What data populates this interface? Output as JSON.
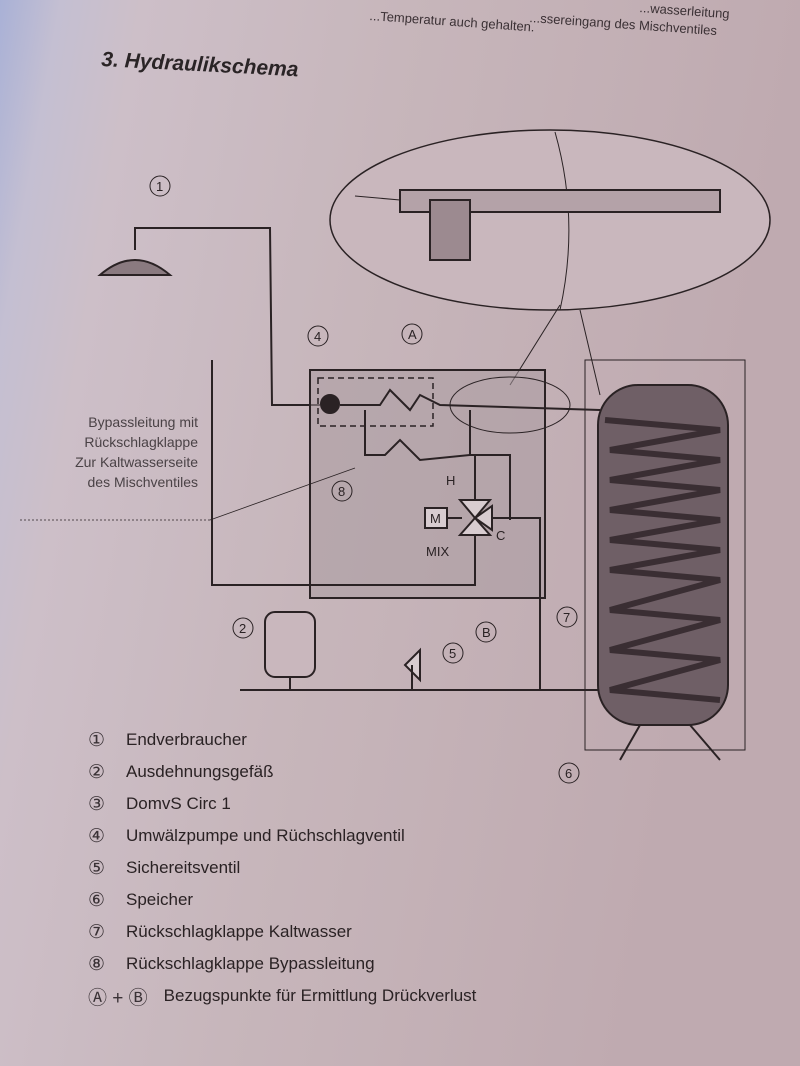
{
  "top_text": {
    "line1": "...wasserleitung",
    "line2": "...ssereingang des Mischventiles",
    "line3": "...Temperatur auch gehalten."
  },
  "title": "3. Hydraulikschema",
  "bypass_note": [
    "Bypassleitung mit",
    "Rückschlagklappe",
    "Zur Kaltwasserseite",
    "des Mischventiles"
  ],
  "diagram_labels": {
    "n1": "1",
    "n2": "2",
    "n4": "4",
    "n5": "5",
    "n6": "6",
    "n7": "7",
    "n8": "8",
    "a": "A",
    "b": "B",
    "h": "H",
    "c": "C",
    "mix": "MIX",
    "m": "M"
  },
  "legend": [
    {
      "num": "①",
      "text": "Endverbraucher"
    },
    {
      "num": "②",
      "text": "Ausdehnungsgefäß"
    },
    {
      "num": "③",
      "text": "DomvS Circ 1"
    },
    {
      "num": "④",
      "text": "Umwälzpumpe und Rüchschlagventil"
    },
    {
      "num": "⑤",
      "text": "Sichereitsventil"
    },
    {
      "num": "⑥",
      "text": "Speicher"
    },
    {
      "num": "⑦",
      "text": "Rückschlagklappe Kaltwasser"
    },
    {
      "num": "⑧",
      "text": "Rückschlagklappe Bypassleitung"
    },
    {
      "num": "Ⓐ + Ⓑ",
      "text": "Bezugspunkte für Ermittlung Drückverlust"
    }
  ]
}
